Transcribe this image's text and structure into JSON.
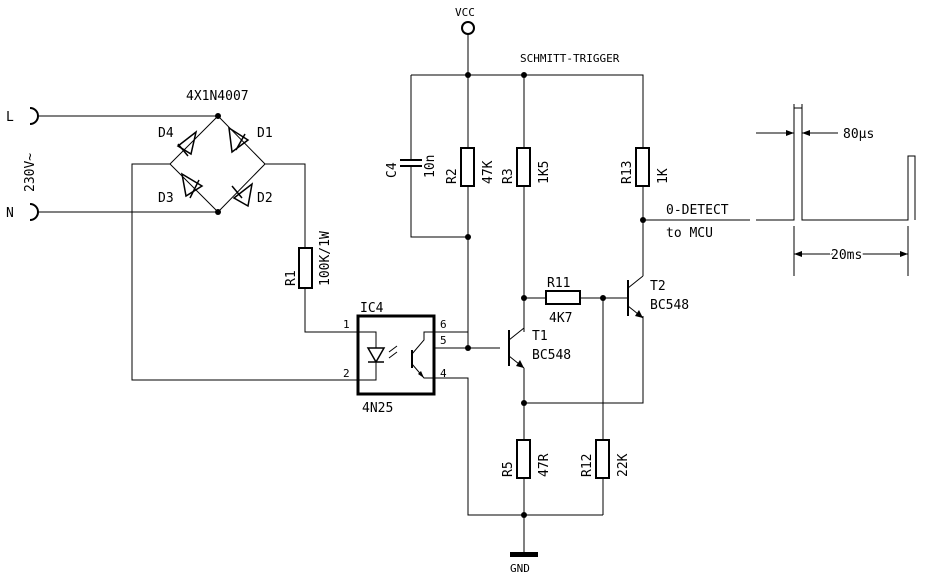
{
  "power": {
    "vcc": "VCC",
    "gnd": "GND"
  },
  "header": {
    "schmitt": "SCHMITT-TRIGGER"
  },
  "mains": {
    "l": "L",
    "n": "N",
    "voltage": "230V~"
  },
  "bridge": {
    "label": "4X1N4007",
    "d1": "D1",
    "d2": "D2",
    "d3": "D3",
    "d4": "D4"
  },
  "capacitor": {
    "ref": "C4",
    "value": "10n"
  },
  "resistors": {
    "r1": {
      "ref": "R1",
      "value": "100K/1W"
    },
    "r2": {
      "ref": "R2",
      "value": "47K"
    },
    "r3": {
      "ref": "R3",
      "value": "1K5"
    },
    "r5": {
      "ref": "R5",
      "value": "47R"
    },
    "r11": {
      "ref": "R11",
      "value": "4K7"
    },
    "r12": {
      "ref": "R12",
      "value": "22K"
    },
    "r13": {
      "ref": "R13",
      "value": "1K"
    }
  },
  "optocoupler": {
    "ref": "IC4",
    "part": "4N25",
    "pin1": "1",
    "pin2": "2",
    "pin4": "4",
    "pin5": "5",
    "pin6": "6"
  },
  "transistors": {
    "t1": {
      "ref": "T1",
      "part": "BC548"
    },
    "t2": {
      "ref": "T2",
      "part": "BC548"
    }
  },
  "output": {
    "label": "0-DETECT",
    "sublabel": "to MCU"
  },
  "waveform": {
    "pulse_width": "80µs",
    "period": "20ms"
  }
}
